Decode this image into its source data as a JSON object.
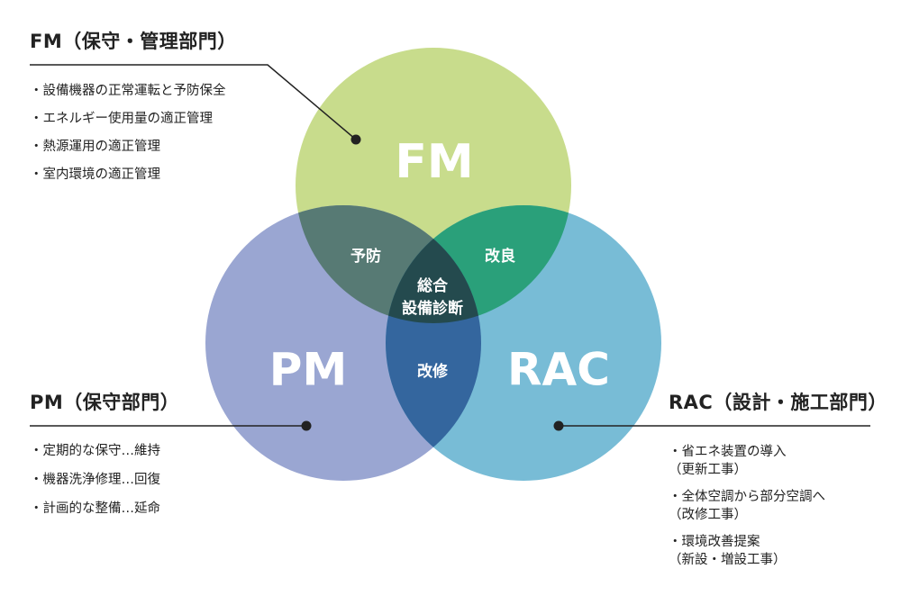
{
  "fm": {
    "circle_label": "FM",
    "heading": "FM（保守・管理部門）",
    "color": "#c8dc8c",
    "items": [
      "・設備機器の正常運転と予防保全",
      "・エネルギー使用量の適正管理",
      "・熱源運用の適正管理",
      "・室内環境の適正管理"
    ]
  },
  "pm": {
    "circle_label": "PM",
    "heading": "PM（保守部門）",
    "color": "#9aa6d2",
    "items": [
      "・定期的な保守…維持",
      "・機器洗浄修理…回復",
      "・計画的な整備…延命"
    ]
  },
  "rac": {
    "circle_label": "RAC",
    "heading": "RAC（設計・施工部門）",
    "color": "#78bcd6",
    "items": [
      {
        "line1": "・省エネ装置の導入",
        "line2": "（更新工事）"
      },
      {
        "line1": "・全体空調から部分空調へ",
        "line2": "（改修工事）"
      },
      {
        "line1": "・環境改善提案",
        "line2": "（新設・増設工事）"
      }
    ]
  },
  "overlaps": {
    "fm_pm": {
      "label": "予防",
      "color": "#577a74"
    },
    "fm_rac": {
      "label": "改良",
      "color": "#2aa07a"
    },
    "pm_rac": {
      "label": "改修",
      "color": "#34669e"
    },
    "center": {
      "line1": "総合",
      "line2": "設備診断",
      "color": "#244a4e"
    }
  }
}
